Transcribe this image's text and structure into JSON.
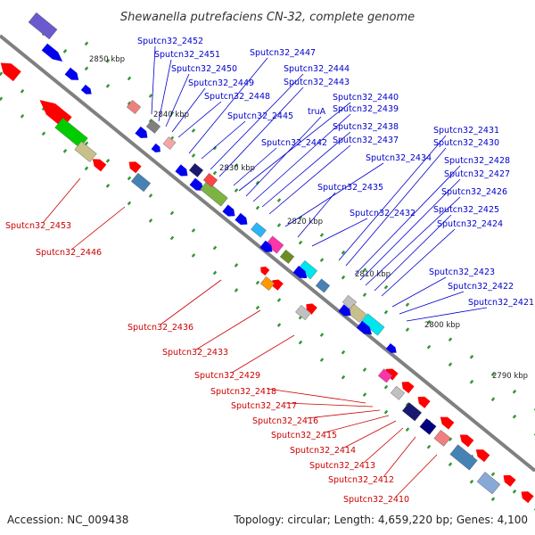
{
  "title": "Shewanella putrefaciens CN-32, complete genome",
  "footer": {
    "accession": "Accession: NC_009438",
    "summary": "Topology: circular; Length: 4,659,220 bp; Genes: 4,100"
  },
  "colors": {
    "forward_label": "#0000cc",
    "reverse_label": "#cc0000",
    "backbone": "#808080",
    "tick": "#339933"
  },
  "scale_ticks": [
    "2850 kbp",
    "2840 kbp",
    "2830 kbp",
    "2820 kbp",
    "2810 kbp",
    "2800 kbp",
    "2790 kbp"
  ],
  "forward_labels": [
    "Sputcn32_2452",
    "Sputcn32_2451",
    "Sputcn32_2450",
    "Sputcn32_2449",
    "Sputcn32_2448",
    "Sputcn32_2447",
    "Sputcn32_2444",
    "Sputcn32_2443",
    "Sputcn32_2445",
    "Sputcn32_2440",
    "truA",
    "Sputcn32_2439",
    "Sputcn32_2438",
    "Sputcn32_2442",
    "Sputcn32_2437",
    "Sputcn32_2434",
    "Sputcn32_2435",
    "Sputcn32_2432",
    "Sputcn32_2431",
    "Sputcn32_2430",
    "Sputcn32_2428",
    "Sputcn32_2427",
    "Sputcn32_2426",
    "Sputcn32_2425",
    "Sputcn32_2424",
    "Sputcn32_2423",
    "Sputcn32_2422",
    "Sputcn32_2421"
  ],
  "reverse_labels": [
    "Sputcn32_2453",
    "Sputcn32_2446",
    "Sputcn32_2436",
    "Sputcn32_2433",
    "Sputcn32_2429",
    "Sputcn32_2418",
    "Sputcn32_2417",
    "Sputcn32_2416",
    "Sputcn32_2415",
    "Sputcn32_2414",
    "Sputcn32_2413",
    "Sputcn32_2412",
    "Sputcn32_2410"
  ]
}
